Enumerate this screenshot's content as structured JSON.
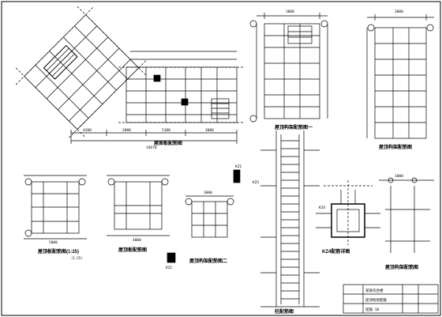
{
  "drawing": {
    "plan_titles": {
      "main_plan": "屋面板配筋图",
      "top_center": "屋顶构架配筋图一",
      "top_right": "屋顶构架配筋图",
      "bottom_left": "屋顶板配筋图(1:25)",
      "bottom_mid": "屋顶板配筋图",
      "bottom_center": "屋顶构架配筋图二",
      "column": "柱配筋图",
      "detail_node": "KZ4配筋详图",
      "detail_right": "屋顶构架配筋图"
    },
    "dimensions": {
      "main_total": "34670",
      "main_seg_1": "4200",
      "main_seg_2": "2800",
      "main_seg_3": "5100",
      "main_seg_4": "3000",
      "top_center_width": "3000",
      "top_right_width": "3000",
      "bl_width": "5000",
      "mid_width": "4000",
      "bc_width": "3000",
      "right_width": "1000"
    },
    "labels": {
      "kz1": "KZ1",
      "kz2": "KZ2",
      "kz3": "KZ3",
      "kz4": "KZ4",
      "note_scale": "(1:25)"
    },
    "title_block": {
      "project": "某某综合楼",
      "drawing_name": "屋顶构架配筋",
      "sheet_no": "结施-18"
    }
  }
}
